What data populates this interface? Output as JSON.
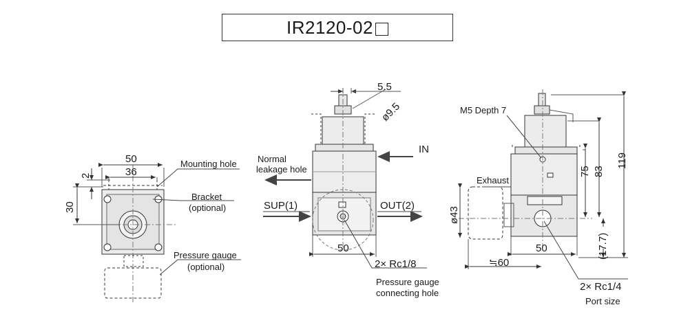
{
  "title": {
    "model": "IR2120-02"
  },
  "left_view": {
    "dim_width": "50",
    "dim_inner": "36",
    "dim_top": "2",
    "dim_height": "30",
    "mounting_hole": "Mounting hole",
    "bracket": "Bracket",
    "bracket_opt": "(optional)",
    "gauge": "Pressure gauge",
    "gauge_opt": "(optional)"
  },
  "center_view": {
    "dim_55": "5.5",
    "dim_phi95": "ø9.5",
    "normal": "Normal",
    "leakage": "leakage hole",
    "in": "IN",
    "sup": "SUP(1)",
    "out": "OUT(2)",
    "dim_50": "50",
    "rc18": "2× Rc1/8",
    "pg1": "Pressure gauge",
    "pg2": "connecting hole"
  },
  "right_view": {
    "m5": "M5 Depth 7",
    "exhaust": "Exhaust",
    "phi43": "ø43",
    "dim_75": "75",
    "dim_83": "83",
    "dim_119": "119",
    "dim_177": "(17.7)",
    "dim_50": "50",
    "dim_60": "≒60",
    "rc14": "2× Rc1/4",
    "port": "Port size"
  }
}
